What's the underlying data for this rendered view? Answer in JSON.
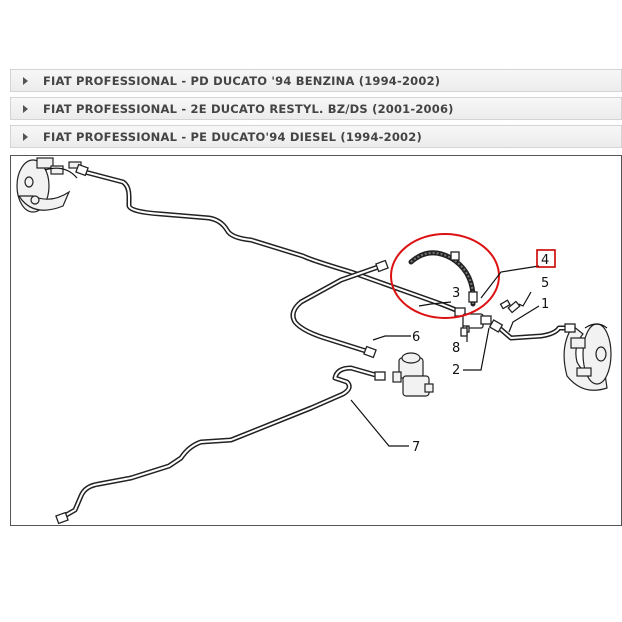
{
  "models": [
    {
      "label": "FIAT PROFESSIONAL - PD DUCATO '94 BENZINA (1994-2002)"
    },
    {
      "label": "FIAT PROFESSIONAL - 2E DUCATO RESTYL. BZ/DS (2001-2006)"
    },
    {
      "label": "FIAT PROFESSIONAL - PE DUCATO'94 DIESEL (1994-2002)"
    }
  ],
  "parts": {
    "p1": "1",
    "p2": "2",
    "p3": "3",
    "p4": "4",
    "p5": "5",
    "p6": "6",
    "p7": "7",
    "p8": "8"
  },
  "highlight": {
    "part": "4",
    "box_color": "#cc0000",
    "circle_color": "#dd1111"
  }
}
